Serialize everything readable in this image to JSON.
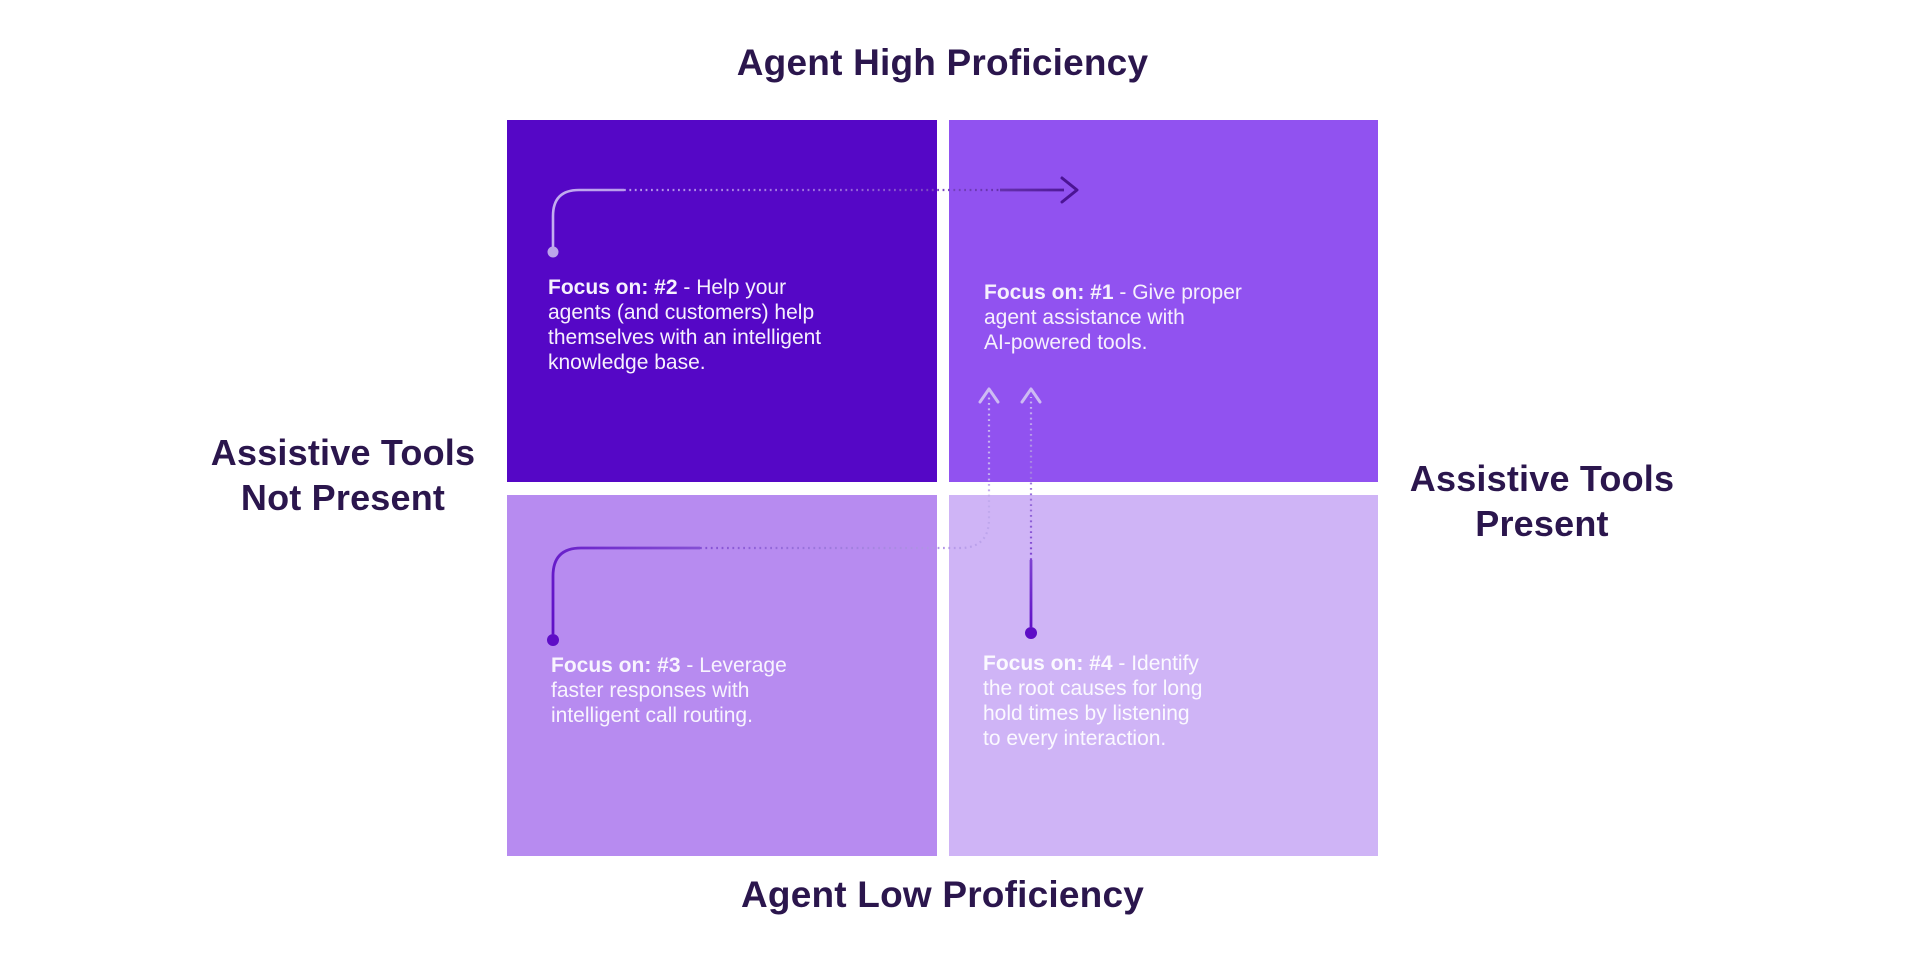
{
  "titles": {
    "top": "Agent High Proficiency",
    "bottom": "Agent Low Proficiency",
    "left_line1": "Assistive Tools",
    "left_line2": "Not Present",
    "right_line1": "Assistive Tools",
    "right_line2": "Present"
  },
  "quadrants": {
    "q1": {
      "position": "top-right",
      "color": "#9152F0",
      "text_color": "#F6F0FD",
      "focus_label": "Focus on: #1",
      "first_line_rest": " - Give proper",
      "lines": [
        "agent assistance with",
        "AI-powered tools."
      ]
    },
    "q2": {
      "position": "top-left",
      "color": "#5507C6",
      "text_color": "#F6F0FD",
      "focus_label": "Focus on: #2",
      "first_line_rest": " - Help your",
      "lines": [
        "agents (and customers) help",
        "themselves with an intelligent",
        "knowledge base."
      ]
    },
    "q3": {
      "position": "bottom-left",
      "color": "#B78BF0",
      "text_color": "#F8F4FE",
      "focus_label": "Focus on: #3",
      "first_line_rest": " - Leverage",
      "lines": [
        "faster responses with",
        "intelligent call routing."
      ]
    },
    "q4": {
      "position": "bottom-right",
      "color": "#CFB4F6",
      "text_color": "#FBF9FF",
      "focus_label": "Focus on: #4",
      "first_line_rest": " - Identify",
      "lines": [
        "the root causes for long",
        "hold times by listening",
        "to every interaction."
      ]
    }
  },
  "arrows": [
    {
      "name": "arrow-2-to-1",
      "from": "Focus on: #2",
      "to": "Focus on: #1",
      "shape": "up-then-right"
    },
    {
      "name": "arrow-3-to-1",
      "from": "Focus on: #3",
      "to": "Focus on: #1",
      "shape": "up-right-then-up"
    },
    {
      "name": "arrow-4-to-1",
      "from": "Focus on: #4",
      "to": "Focus on: #1",
      "shape": "straight-up"
    }
  ],
  "colors": {
    "background": "#FFFFFF",
    "heading_text": "#2B164D",
    "dot_light": "#BCA5EA",
    "dot_dark": "#5E0DC6",
    "arrowhead_dark": "#4B1494",
    "arrowhead_light": "#CDBBF3"
  }
}
